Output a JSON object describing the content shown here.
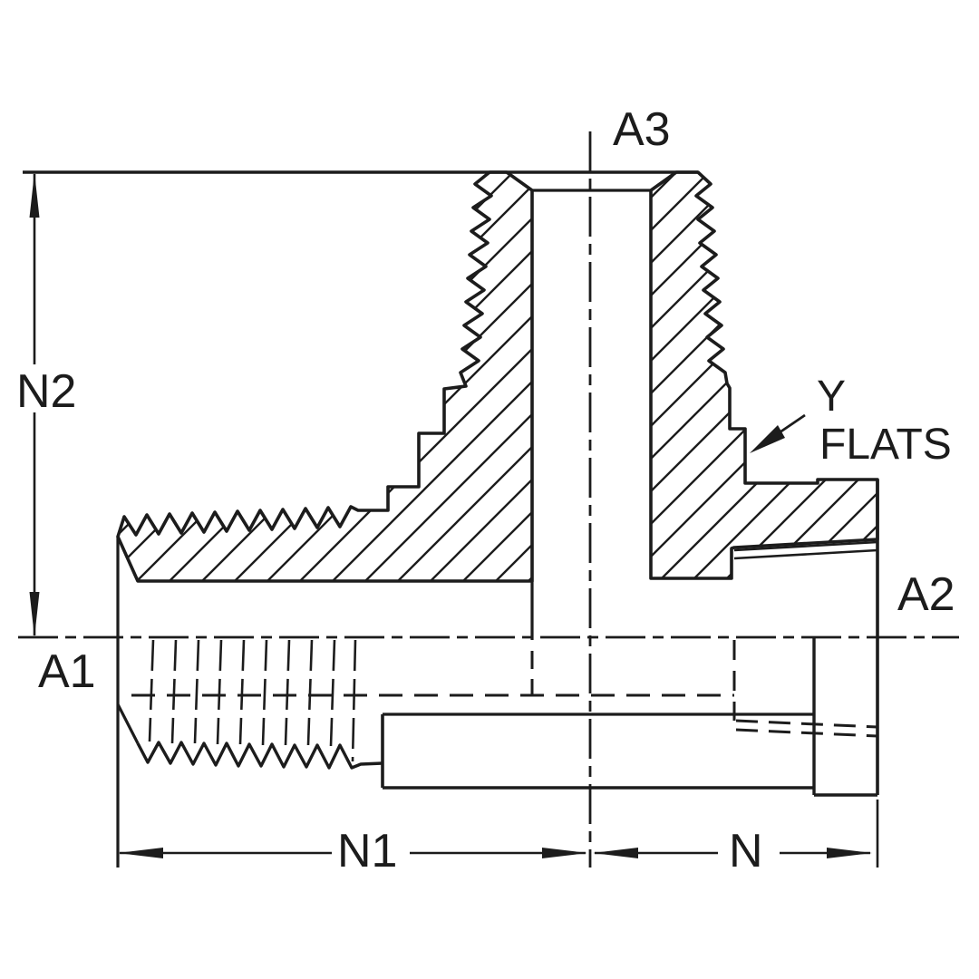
{
  "drawing": {
    "labels": {
      "a1": "A1",
      "a2": "A2",
      "a3": "A3",
      "n": "N",
      "n1": "N1",
      "n2": "N2",
      "y": "Y",
      "flats": "FLATS"
    },
    "colors": {
      "ink": "#1c1c1c",
      "background": "#ffffff"
    }
  }
}
